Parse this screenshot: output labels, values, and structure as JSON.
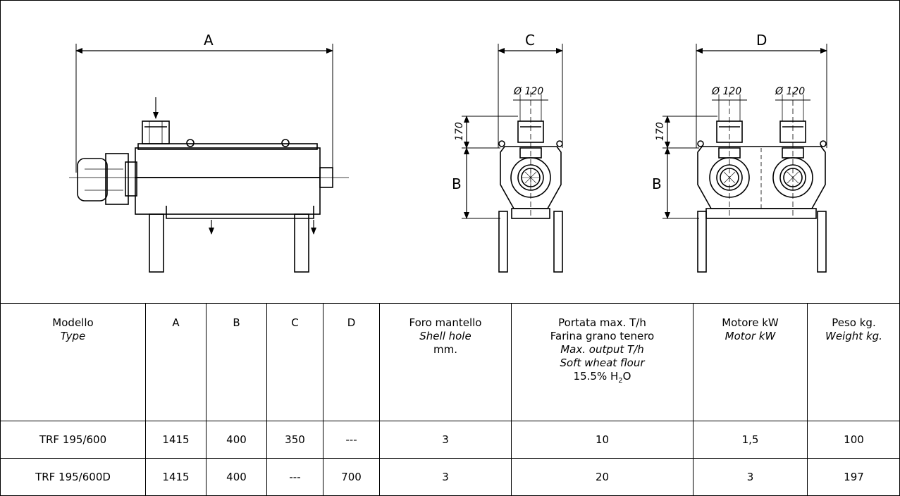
{
  "drawing": {
    "dim_A": "A",
    "dim_B": "B",
    "dim_C": "C",
    "dim_D": "D",
    "diameter_label": "Ø 120",
    "height_label": "170"
  },
  "table": {
    "headers": [
      {
        "it": "Modello",
        "en": "Type"
      },
      {
        "it": "A"
      },
      {
        "it": "B"
      },
      {
        "it": "C"
      },
      {
        "it": "D"
      },
      {
        "it": "Foro mantello",
        "en": "Shell hole",
        "extra": "mm."
      },
      {
        "it1": "Portata max. T/h",
        "it2": "Farina grano tenero",
        "en1": "Max. output T/h",
        "en2": "Soft wheat flour",
        "extra_pre": "15.5% H",
        "extra_sub": "2",
        "extra_post": "O"
      },
      {
        "it": "Motore kW",
        "en": "Motor kW"
      },
      {
        "it": "Peso kg.",
        "en": "Weight kg."
      }
    ],
    "rows": [
      [
        "TRF 195/600",
        "1415",
        "400",
        "350",
        "---",
        "3",
        "10",
        "1,5",
        "100"
      ],
      [
        "TRF 195/600D",
        "1415",
        "400",
        "---",
        "700",
        "3",
        "20",
        "3",
        "197"
      ]
    ]
  }
}
